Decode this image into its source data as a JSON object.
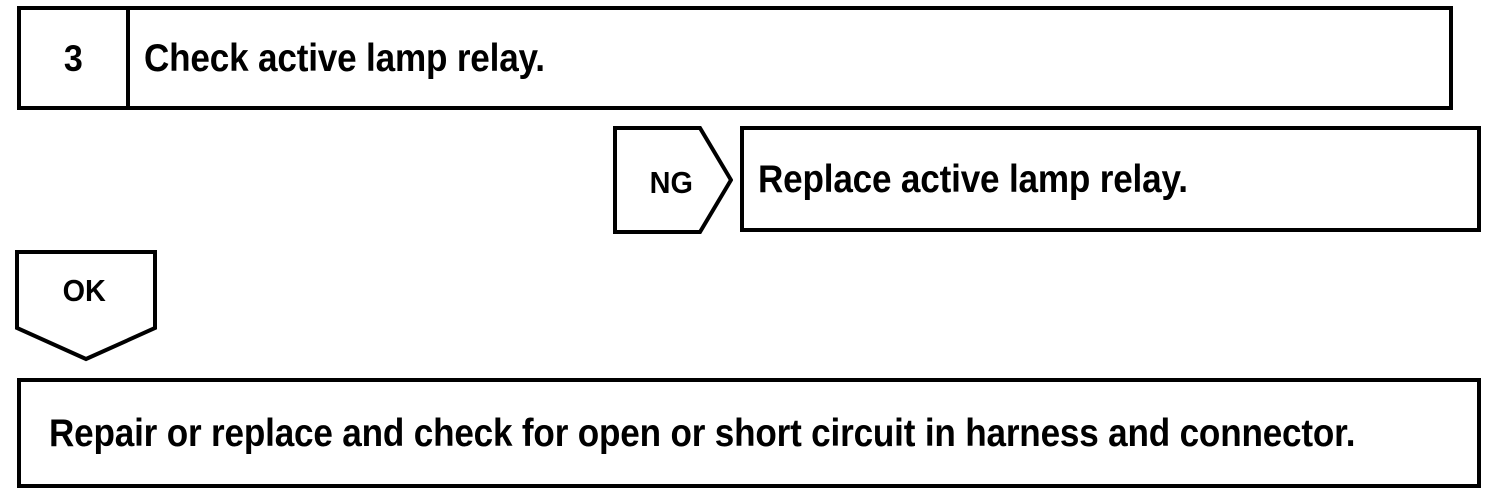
{
  "document": {
    "type": "diagnostic-flowchart",
    "background_color": "#ffffff",
    "ink_color": "#000000"
  },
  "step": {
    "number": "3",
    "instruction": "Check active lamp relay."
  },
  "branches": [
    {
      "id": "ng",
      "label": "NG",
      "direction": "right",
      "icon": "arrow-right-pentagon"
    },
    {
      "id": "ok",
      "label": "OK",
      "direction": "down",
      "icon": "arrow-down-pentagon"
    }
  ],
  "results": {
    "ng_action": "Replace active lamp relay.",
    "ok_action": "Repair or replace and check for open or short circuit in harness and connector."
  }
}
